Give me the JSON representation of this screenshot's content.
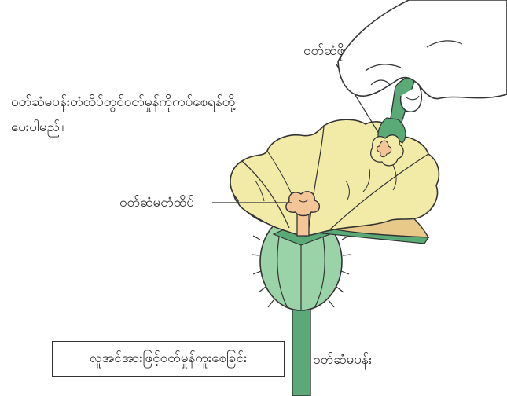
{
  "labels": {
    "male_flower": "ဝတ်ဆံဖို",
    "instruction_line1": "ဝတ်ဆံမပန်းတံထိပ်တွင်ဝတ်မှုန်ကိုကပ်စေရန်တို့",
    "instruction_line2": "ပေးပါမည်။",
    "stigma": "ဝတ်ဆံမတံထိပ်",
    "caption": "လူအင်အားဖြင့်ဝတ်မှုန်ကူးစေခြင်း",
    "female_flower": "ဝတ်ဆံမပန်း"
  },
  "colors": {
    "petal": "#f2eba8",
    "petal_shadow": "#e8c98a",
    "stigma": "#f3c597",
    "sepal_green": "#5aaa78",
    "ovary_green": "#9ad3a8",
    "outline": "#333333",
    "hand": "#ffffff"
  }
}
